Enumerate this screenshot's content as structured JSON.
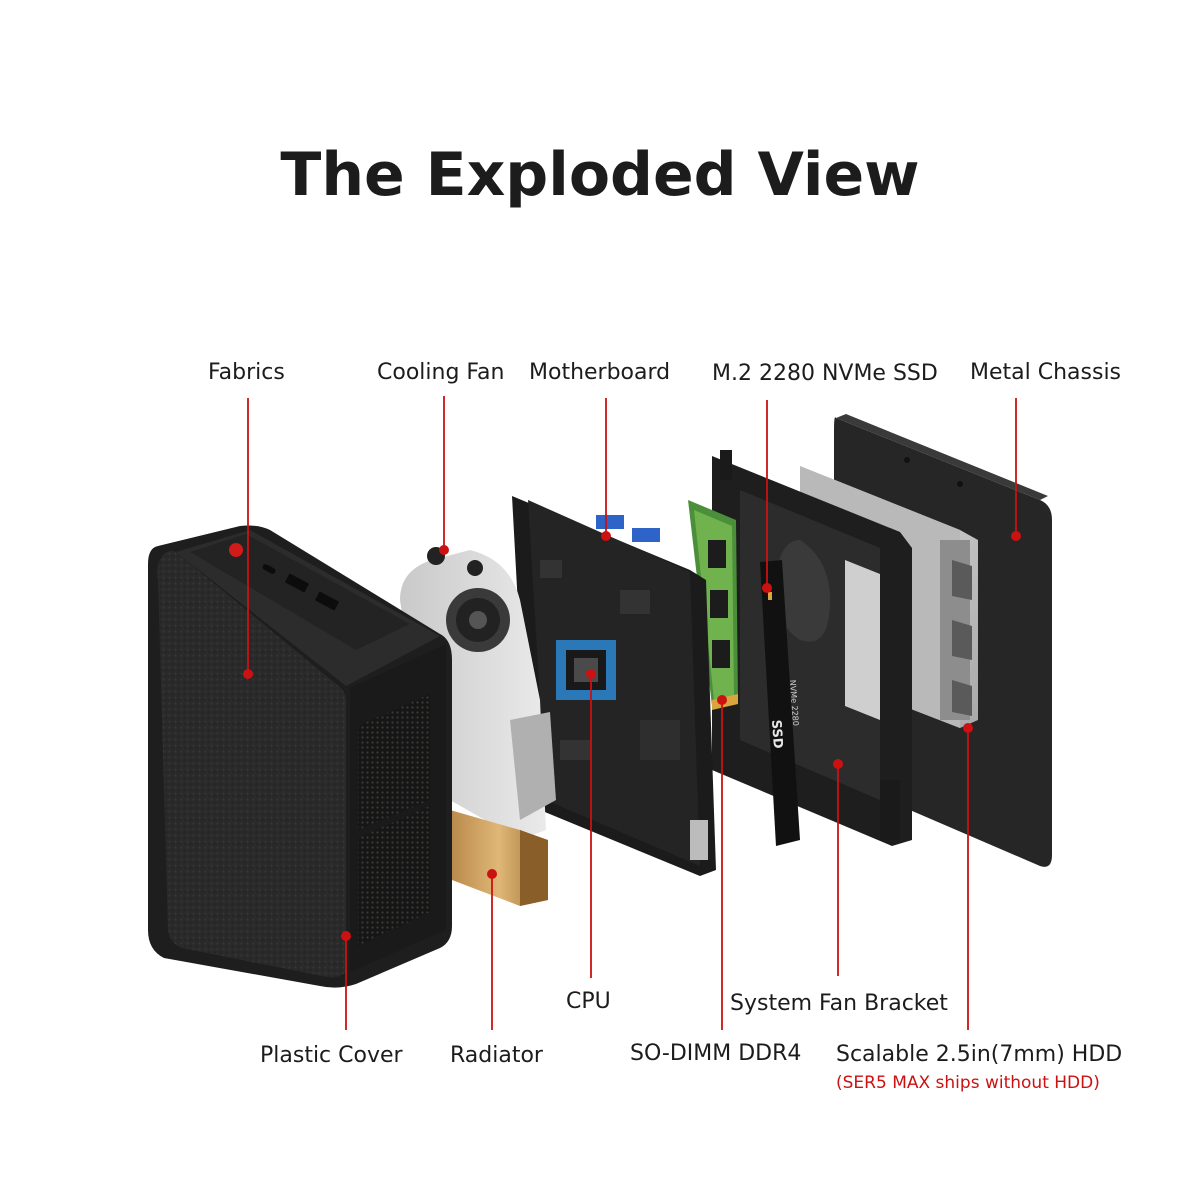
{
  "title": "The Exploded View",
  "labels": {
    "fabrics": "Fabrics",
    "cooling_fan": "Cooling Fan",
    "motherboard": "Motherboard",
    "ssd": "M.2 2280 NVMe SSD",
    "metal_chassis": "Metal Chassis",
    "plastic_cover": "Plastic Cover",
    "radiator": "Radiator",
    "cpu": "CPU",
    "so_dimm": "SO-DIMM DDR4",
    "system_fan_bracket": "System Fan Bracket",
    "hdd": "Scalable 2.5in(7mm) HDD",
    "hdd_note": "(SER5 MAX ships without HDD)"
  },
  "ssd_print": {
    "brand": "SSD",
    "model": "NVMe 2280"
  },
  "colors": {
    "leader": "#cc1111",
    "note": "#cc1111",
    "title": "#1c1c1c"
  }
}
